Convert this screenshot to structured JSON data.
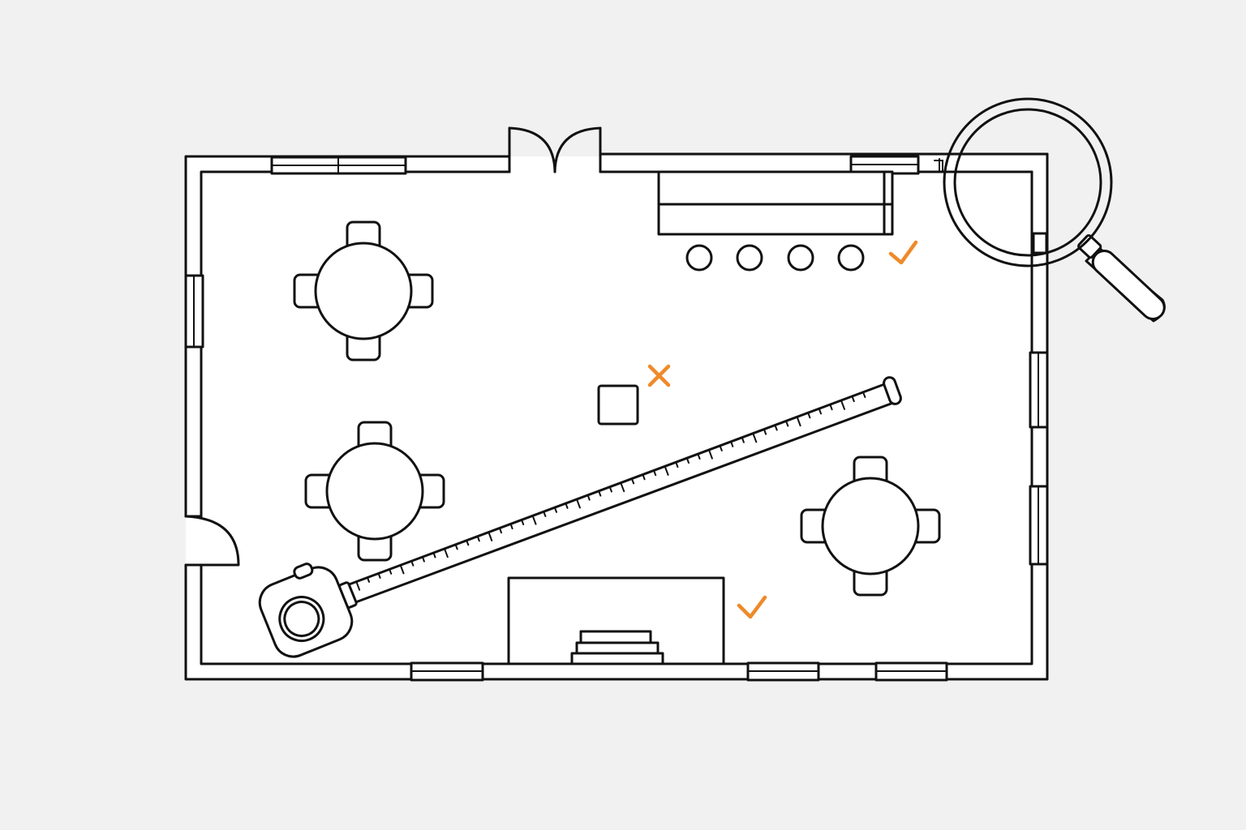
{
  "colors": {
    "background": "#f1f1f1",
    "line": "#111111",
    "floor": "#ffffff",
    "accent": "#ee8a2a"
  },
  "icons": [
    "magnifier-icon",
    "tape-measure-icon",
    "check-mark-icon",
    "x-mark-icon"
  ],
  "plan": {
    "tables": 3,
    "stools": 4,
    "check_marks": 2,
    "x_marks": 1
  }
}
